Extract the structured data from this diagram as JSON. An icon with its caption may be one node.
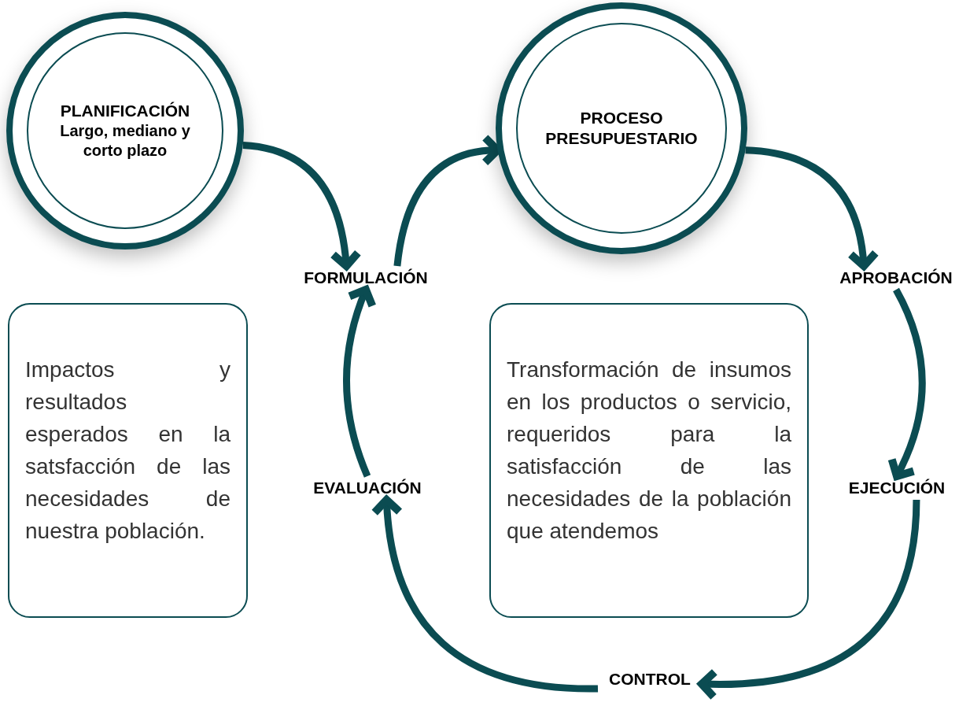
{
  "diagram": {
    "nodes": [
      {
        "text": [
          "PLANIFICACIÓN",
          "Largo, mediano y corto plazo"
        ]
      },
      {
        "text": [
          "FORMULACIÓN"
        ]
      },
      {
        "text": [
          "PROCESO PRESUPUESTARIO"
        ]
      },
      {
        "text": [
          "APROBACIÓN"
        ]
      },
      {
        "text": [
          "Impactos y resultados esperados en la satsfacción de las necesidades de nuestra población."
        ]
      },
      {
        "text": [
          "EVALUACIÓN"
        ]
      },
      {
        "text": [
          "Transformación de insumos en los productos o servicio, requeridos para la satisfacción de las necesidades de la población que atendemos"
        ]
      },
      {
        "text": [
          "EJECUCIÓN"
        ]
      },
      {
        "text": [
          "CONTROL"
        ]
      }
    ],
    "edges": [
      {
        "from": 0,
        "to": 1,
        "arrow": "to"
      },
      {
        "from": 1,
        "to": 2,
        "arrow": "to"
      },
      {
        "from": 2,
        "to": 3,
        "arrow": "to"
      },
      {
        "from": 3,
        "to": 7,
        "arrow": "to"
      },
      {
        "from": 7,
        "to": 8,
        "arrow": "to"
      },
      {
        "from": 8,
        "to": 5,
        "arrow": "to"
      },
      {
        "from": 5,
        "to": 1,
        "arrow": "to"
      }
    ]
  }
}
